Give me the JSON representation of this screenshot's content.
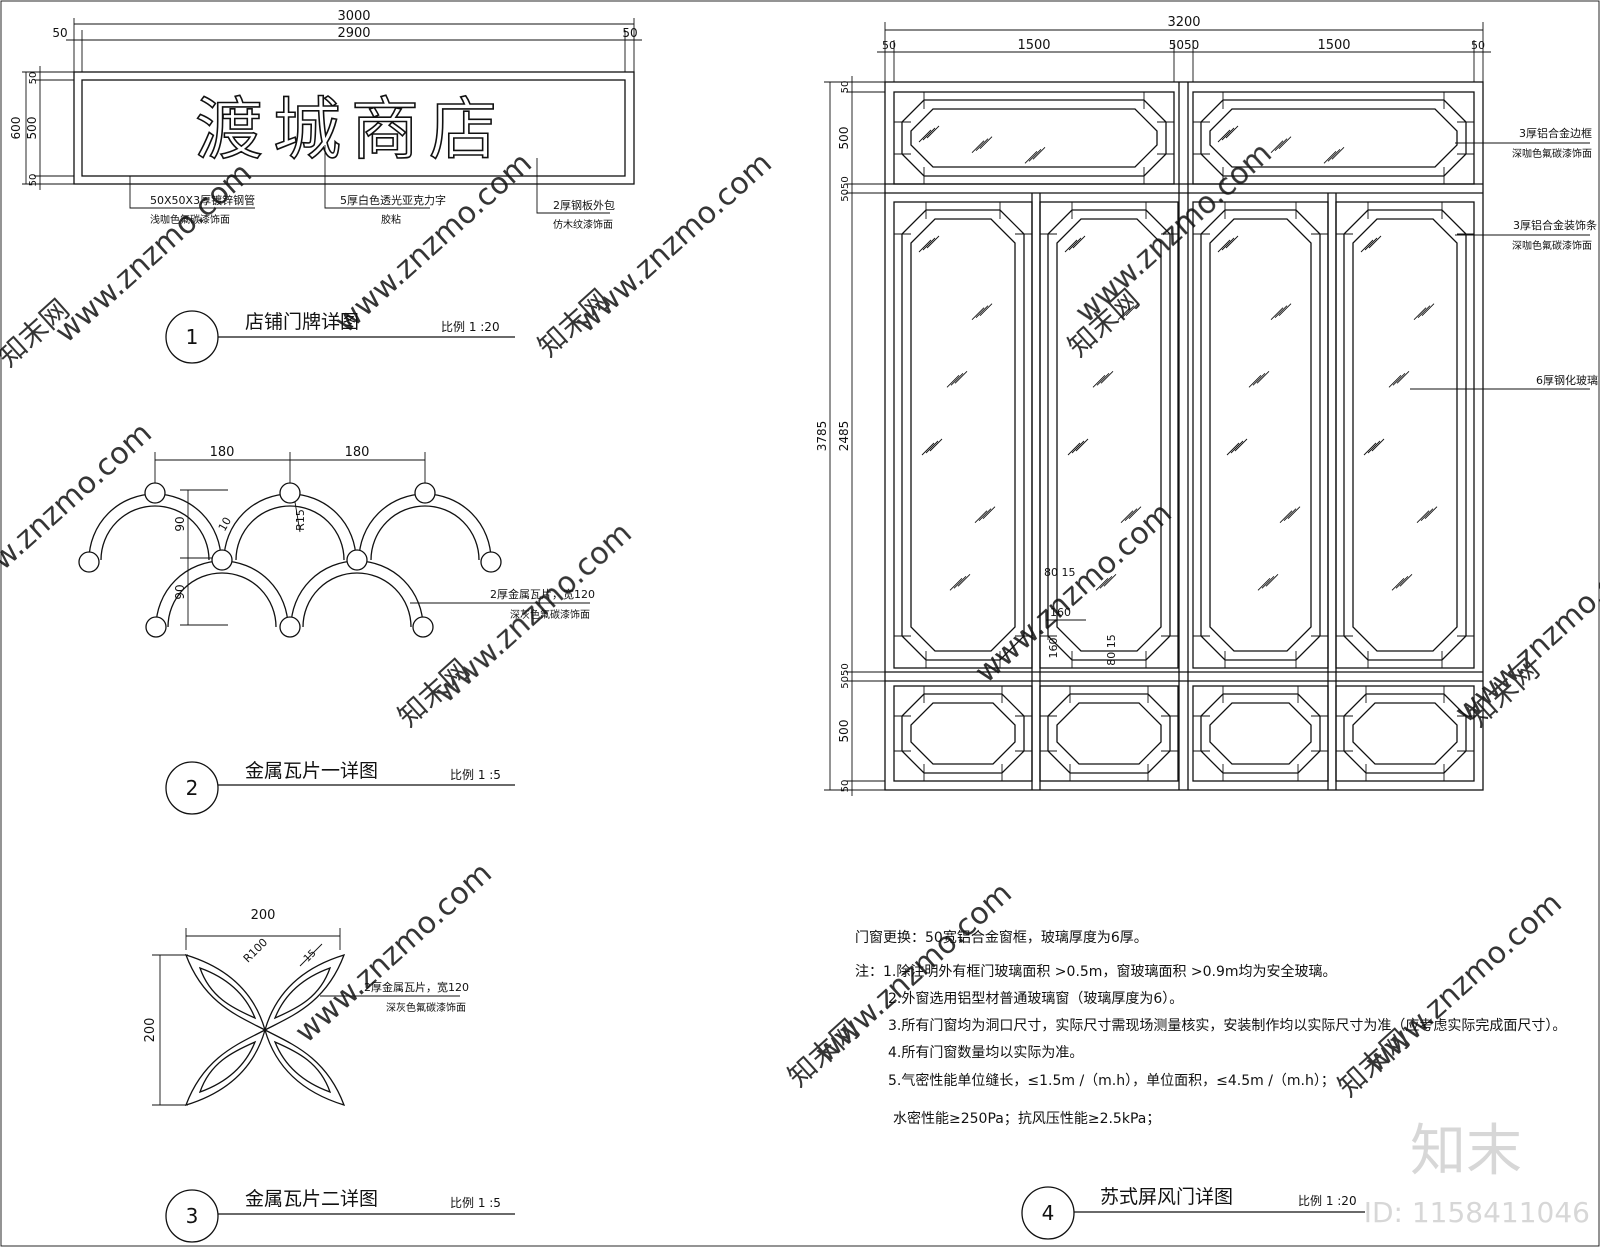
{
  "watermark": {
    "site": "www.znzmo.com",
    "brand_cn": "知末网",
    "logo": "知末",
    "id": "ID: 1158411046"
  },
  "detail1": {
    "number": "1",
    "title": "店铺门牌详图",
    "scale": "比例  1 :20",
    "sign_text": "渡城商店",
    "dims": {
      "total": "3000",
      "inner": "2900",
      "edge_l": "50",
      "edge_r": "50",
      "height": "600",
      "mid": "500",
      "top": "50",
      "bottom": "50"
    },
    "notes": [
      {
        "l1": "50X50X3厚镀锌钢管",
        "l2": "浅咖色氟碳漆饰面"
      },
      {
        "l1": "5厚白色透光亚克力字",
        "l2": "胶粘"
      },
      {
        "l1": "2厚钢板外包",
        "l2": "仿木纹漆饰面"
      }
    ]
  },
  "detail2": {
    "number": "2",
    "title": "金属瓦片一详图",
    "scale": "比例  1 :5",
    "dims": {
      "w1": "180",
      "w2": "180",
      "h1": "90",
      "h2": "90",
      "gap": "10",
      "radius": "R15"
    },
    "note": {
      "l1": "2厚金属瓦片，宽120",
      "l2": "深灰色氟碳漆饰面"
    }
  },
  "detail3": {
    "number": "3",
    "title": "金属瓦片二详图",
    "scale": "比例  1 :5",
    "dims": {
      "w": "200",
      "h": "200",
      "radius": "R100",
      "t": "15"
    },
    "note": {
      "l1": "2厚金属瓦片，宽120",
      "l2": "深灰色氟碳漆饰面"
    }
  },
  "detail4": {
    "number": "4",
    "title": "苏式屏风门详图",
    "scale": "比例  1 :20",
    "dims": {
      "total": "3200",
      "e1": "50",
      "p1": "1500",
      "mid": "5050",
      "p2": "1500",
      "e2": "50",
      "height": "3785",
      "v_top": "50",
      "v_t1": "500",
      "v_j1": "5050",
      "v_mid": "2485",
      "v_j2": "5050",
      "v_b1": "500",
      "v_bot": "50",
      "in1": "80 15",
      "in2": "160",
      "in3": "160",
      "in4": "80 15"
    },
    "notes": [
      {
        "l1": "3厚铝合金边框",
        "l2": "深咖色氟碳漆饰面"
      },
      {
        "l1": "3厚铝合金装饰条",
        "l2": "深咖色氟碳漆饰面"
      },
      {
        "l1": "6厚钢化玻璃",
        "l2": ""
      }
    ]
  },
  "general_notes": [
    "门窗更换：50宽铝合金窗框，玻璃厚度为6厚。",
    "注：1.除注明外有框门玻璃面积  >0.5m，窗玻璃面积  >0.9m均为安全玻璃。",
    "2.外窗选用铝型材普通玻璃窗（玻璃厚度为6）。",
    "3.所有门窗均为洞口尺寸，实际尺寸需现场测量核实，安装制作均以实际尺寸为准（应考虑实际完成面尺寸）。",
    "4.所有门窗数量均以实际为准。",
    "5.气密性能单位缝长，≤1.5m  /（m.h），单位面积，≤4.5m  /（m.h）；",
    "水密性能≥250Pa；抗风压性能≥2.5kPa；"
  ]
}
